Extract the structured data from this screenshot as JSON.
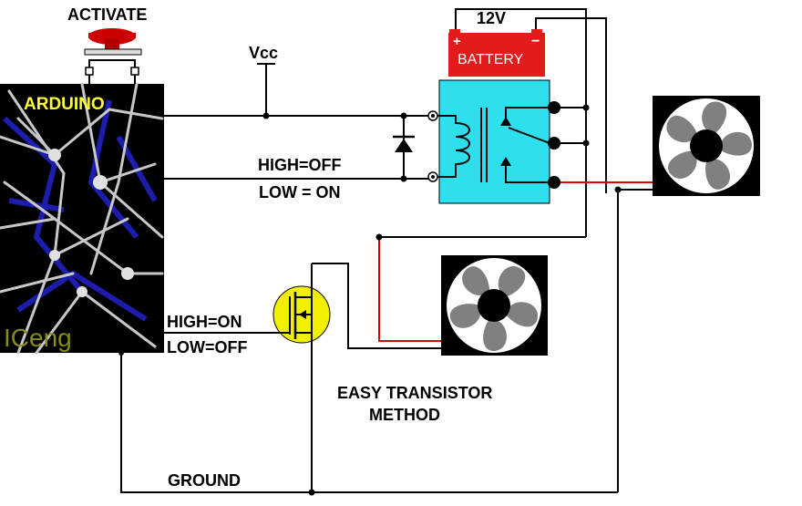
{
  "labels": {
    "activate": "ACTIVATE",
    "vcc": "Vcc",
    "battery_voltage": "12V",
    "battery_plus": "+",
    "battery_minus": "−",
    "battery": "BATTERY",
    "arduino": "ARDUINO",
    "iceng": "ICeng",
    "relay_high": "HIGH=OFF",
    "relay_low": "LOW = ON",
    "fet_high": "HIGH=ON",
    "fet_low": "LOW=OFF",
    "method_line1": "EASY TRANSISTOR",
    "method_line2": "METHOD",
    "ground": "GROUND"
  },
  "colors": {
    "wire": "#000000",
    "wire_hot": "#e00000",
    "battery": "#e41b1b",
    "relay": "#2ee0ee",
    "mosfet": "#f2f000",
    "arduino_bg": "#000000",
    "arduino_label": "#ffff33",
    "iceng_label": "#8a8a1a",
    "fan_blade": "#808080"
  },
  "icons": [
    "push-button-icon",
    "battery-icon",
    "relay-icon",
    "diode-icon",
    "mosfet-icon",
    "fan-icon"
  ]
}
